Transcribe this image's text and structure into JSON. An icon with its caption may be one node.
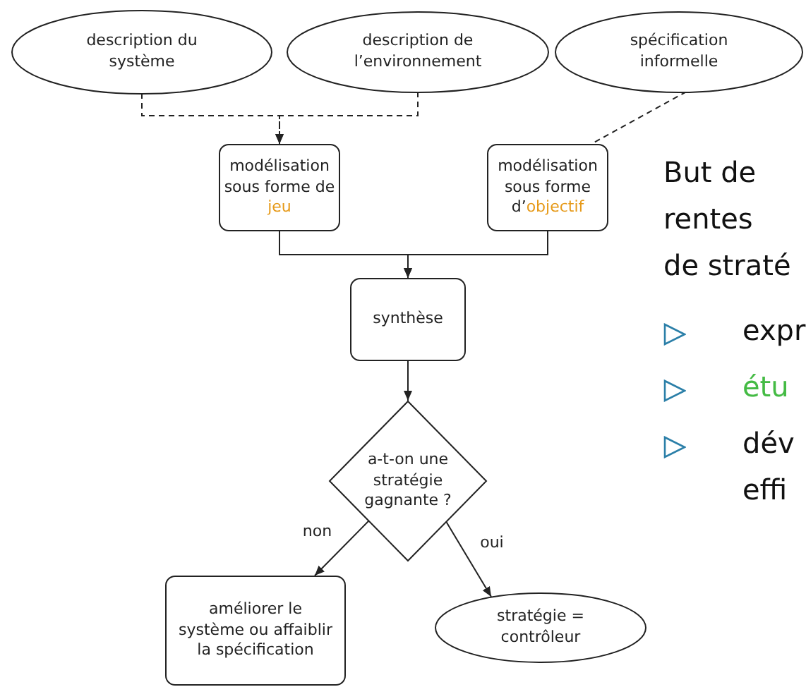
{
  "diagram": {
    "nodes": [
      {
        "text": [
          "description du système"
        ]
      },
      {
        "text": [
          "description de l’environnement"
        ]
      },
      {
        "text": [
          "spécification informelle"
        ]
      },
      {
        "text": [
          "modélisation sous forme de **jeu**"
        ]
      },
      {
        "text": [
          "modélisation sous forme d’**objectif**"
        ]
      },
      {
        "text": [
          "synthèse"
        ]
      },
      {
        "text": [
          "a-t-on une stratégie gagnante ?"
        ]
      },
      {
        "text": [
          "améliorer le système ou affaiblir la spécification"
        ]
      },
      {
        "text": [
          "stratégie = contrôleur"
        ]
      }
    ],
    "edges": [
      {
        "from": 0,
        "to": 3,
        "arrow": "to",
        "style": "dashed"
      },
      {
        "from": 1,
        "to": 3,
        "arrow": "to",
        "style": "dashed"
      },
      {
        "from": 2,
        "to": 4,
        "arrow": "none",
        "style": "dashed"
      },
      {
        "from": 3,
        "to": 5,
        "arrow": "to"
      },
      {
        "from": 4,
        "to": 5,
        "arrow": "to"
      },
      {
        "from": 5,
        "to": 6,
        "arrow": "to"
      },
      {
        "from": 6,
        "to": 7,
        "arrow": "to",
        "label": "non"
      },
      {
        "from": 6,
        "to": 8,
        "arrow": "to",
        "label": "oui"
      }
    ],
    "labels": [
      "But de",
      "rentes",
      "de straté",
      "expr",
      "étu",
      "dév",
      "effi"
    ]
  }
}
